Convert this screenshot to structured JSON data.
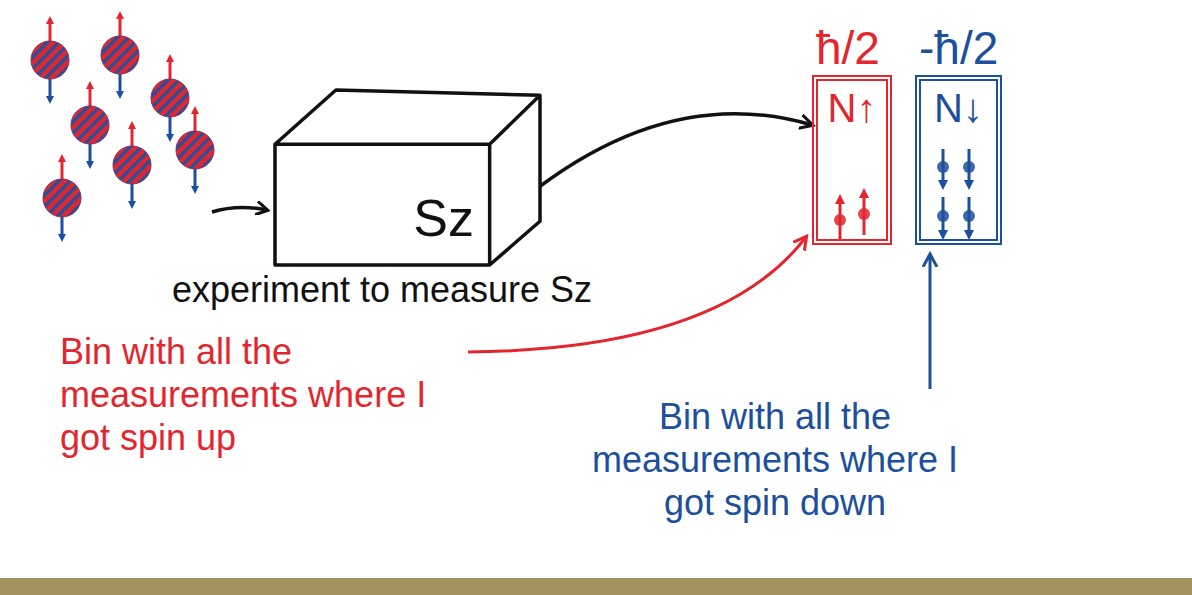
{
  "diagram": {
    "nodes": [
      {
        "text": [
          "Sz",
          "experiment to measure Sz"
        ]
      },
      {
        "text": [
          "ħ/2",
          "N↑"
        ]
      },
      {
        "text": [
          "-ħ/2",
          "N↓"
        ]
      }
    ],
    "edges": [
      {
        "from": 0,
        "to": 1,
        "arrow": "to"
      }
    ],
    "labels": [
      "Bin with all the measurements where I got spin up",
      "Bin with all the measurements where I got spin down"
    ]
  }
}
